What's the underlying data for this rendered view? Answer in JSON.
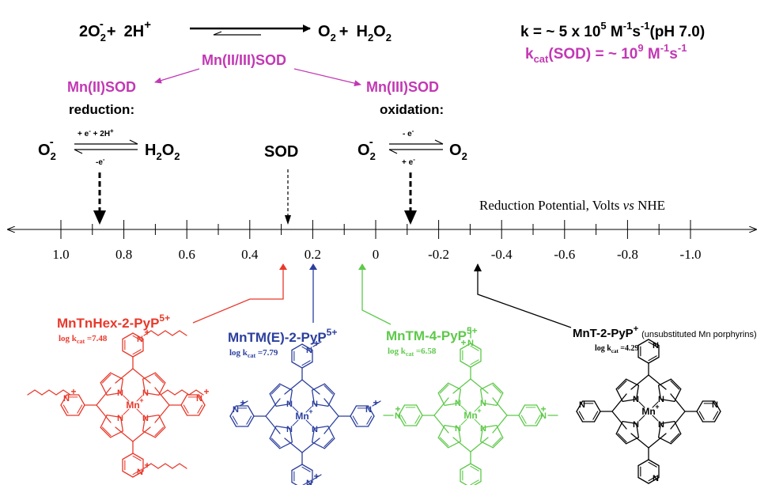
{
  "header": {
    "reaction_lhs_a": "2O",
    "reaction_lhs_a_sub": "2",
    "reaction_lhs_a_sup": "-",
    "plus": "+",
    "reaction_lhs_b": "2H",
    "reaction_lhs_b_sup": "+",
    "reaction_rhs_a": "O",
    "reaction_rhs_a_sub": "2",
    "reaction_rhs_b": "H",
    "reaction_rhs_b_sub1": "2",
    "reaction_rhs_b_mid": "O",
    "reaction_rhs_b_sub2": "2",
    "rate_text": "k = ~ 5 x 10",
    "rate_exp": "5",
    "rate_units": " M",
    "rate_units_exp": "-1",
    "rate_units2": "s",
    "rate_units2_exp": "-1",
    "rate_ph": "(pH 7.0)",
    "kcat_k": "k",
    "kcat_sub": "cat",
    "kcat_text": "(SOD) = ~ 10",
    "kcat_exp": "9",
    "kcat_units": " M",
    "kcat_units_exp": "-1",
    "kcat_units2": "s",
    "kcat_units2_exp": "-1"
  },
  "enzyme": {
    "center": "Mn(II/III)SOD",
    "left": "Mn(II)SOD",
    "right": "Mn(III)SOD",
    "reduction_label": "reduction:",
    "oxidation_label": "oxidation:"
  },
  "half_reactions": {
    "red_reactant": "O",
    "red_reactant_sub": "2",
    "red_reactant_sup": "-",
    "red_top": "+ e",
    "red_top_sup": "-",
    "red_top2": " + 2H",
    "red_top2_sup": "+",
    "red_bottom": "-e",
    "red_bottom_sup": "-",
    "red_product": "H",
    "red_product_sub1": "2",
    "red_product_mid": "O",
    "red_product_sub2": "2",
    "sod_label": "SOD",
    "ox_reactant": "O",
    "ox_reactant_sub": "2",
    "ox_reactant_sup": "-",
    "ox_top": "- e",
    "ox_top_sup": "-",
    "ox_bottom": "+ e",
    "ox_bottom_sup": "-",
    "ox_product": "O",
    "ox_product_sub": "2"
  },
  "axis": {
    "title_a": "Reduction Potential, Volts ",
    "title_vs": "vs",
    "title_b": " NHE",
    "ticks": [
      "1.0",
      "0.8",
      "0.6",
      "0.4",
      "0.2",
      "0",
      "-0.2",
      "-0.4",
      "-0.6",
      "-0.8",
      "-1.0"
    ]
  },
  "compounds": [
    {
      "name": "MnTnHex-2-PyP",
      "charge": "5+",
      "log_prefix": "log k",
      "log_sub": "cat",
      "log_value": " =7.48",
      "color": "#e8392b",
      "metal": "Mn",
      "metal_sup": "+",
      "n": "N",
      "plus": "+"
    },
    {
      "name": "MnTM(E)-2-PyP",
      "charge": "5+",
      "log_prefix": "log k",
      "log_sub": "cat",
      "log_value": " =7.79",
      "color": "#2b3f9e",
      "metal": "Mn",
      "metal_sup": "+",
      "n": "N",
      "plus": "+"
    },
    {
      "name": "MnTM-4-PyP",
      "charge": "5+",
      "log_prefix": "log k",
      "log_sub": "cat",
      "log_value": " =6.58",
      "color": "#5ec94a",
      "metal": "Mn",
      "metal_sup": "+",
      "n": "N",
      "plus": "+"
    },
    {
      "name": "MnT-2-PyP",
      "charge": "+",
      "note": "(unsubstituted Mn porphyrins)",
      "log_prefix": "log k",
      "log_sub": "cat",
      "log_value": " =4.29",
      "color": "#000000",
      "metal": "Mn",
      "metal_sup": "+",
      "n": "N"
    }
  ],
  "colors": {
    "magenta": "#c238b4",
    "black": "#000000"
  }
}
